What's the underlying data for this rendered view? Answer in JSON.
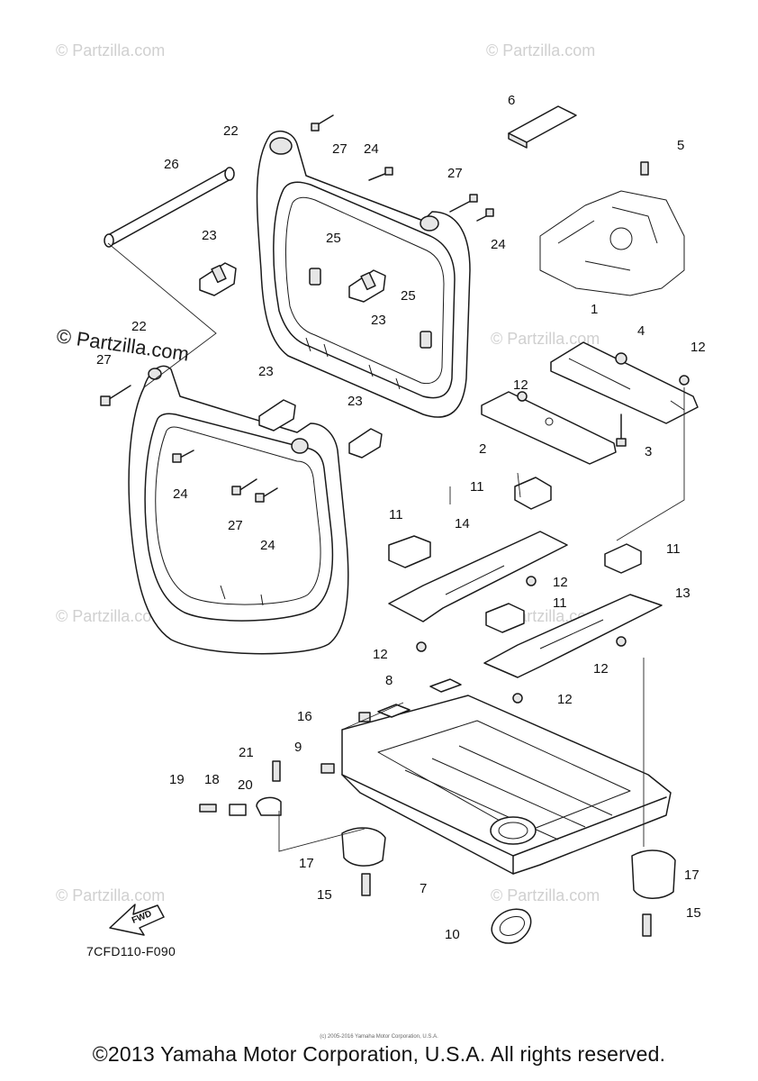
{
  "watermark": {
    "text": "© Partzilla.com",
    "prominent_text": "© Partzilla.com"
  },
  "callouts": [
    "1",
    "2",
    "3",
    "4",
    "5",
    "6",
    "7",
    "8",
    "9",
    "10",
    "11",
    "12",
    "13",
    "14",
    "15",
    "16",
    "17",
    "18",
    "19",
    "20",
    "21",
    "22",
    "23",
    "24",
    "25",
    "26",
    "27"
  ],
  "diagram_code": "7CFD110-F090",
  "fwd_label": "FWD",
  "source_note": "(c) 2005-2016 Yamaha Motor Corporation, U.S.A.",
  "copyright": "©2013 Yamaha Motor Corporation, U.S.A. All rights reserved."
}
